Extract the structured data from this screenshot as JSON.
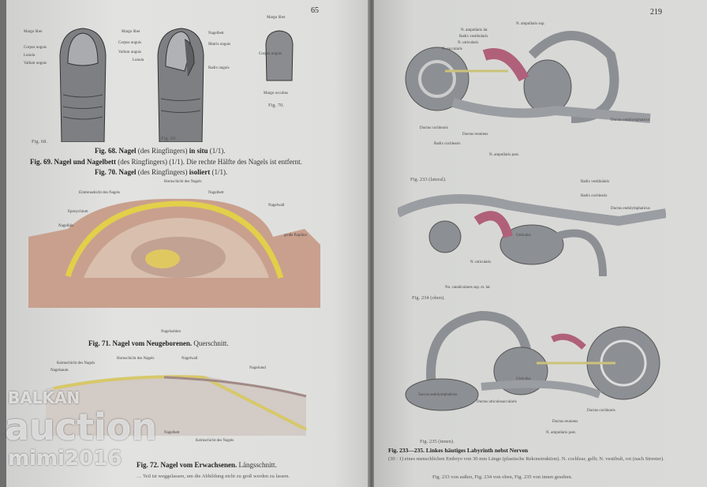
{
  "left_page": {
    "page_number": "65",
    "fig68": {
      "label": "Fig. 68.",
      "labels": [
        "Margo liber",
        "Corpus unguis",
        "Lunula",
        "Vallum unguis"
      ]
    },
    "fig69": {
      "label": "Fig. 69.",
      "labels": [
        "Margo liber",
        "Corpus unguis",
        "Vallum unguis",
        "Lunula",
        "Nagelbett",
        "Matrix unguis",
        "Radix unguis"
      ]
    },
    "fig70": {
      "label": "Fig. 70.",
      "labels": [
        "Margo liber",
        "Corpus unguis",
        "Margo occultus"
      ]
    },
    "captions_68_70": [
      {
        "num": "Fig. 68.",
        "bold": "Nagel",
        "rest": "(des Ringfingers)",
        "bold2": "in situ",
        "tail": "(1/1)."
      },
      {
        "num": "Fig. 69.",
        "bold": "Nagel und Nagelbett",
        "rest": "(des Ringfingers) (1/1). Die rechte Hälfte des Nagels ist entfernt.",
        "bold2": "",
        "tail": ""
      },
      {
        "num": "Fig. 70.",
        "bold": "Nagel",
        "rest": "(des Ringfingers)",
        "bold2": "isoliert",
        "tail": "(1/1)."
      }
    ],
    "fig71": {
      "labels": [
        "Hornschicht des Nagels",
        "Nagelbett",
        "Eintrensehicht des Nagels",
        "Eponychium",
        "Nagelwall",
        "Nagelfalz",
        "große Papillen",
        "Nagelsohlen"
      ],
      "num": "Fig. 71.",
      "bold": "Nagel vom Neugeborenen.",
      "rest": "Querschnitt."
    },
    "fig72": {
      "labels": [
        "Hornschicht des Nagels",
        "Nagelwall",
        "Keimschicht des Nagels",
        "Nagelsaum",
        "Nagelrand",
        "Nagelbett",
        "Keimschicht des Nagels"
      ],
      "num": "Fig. 72.",
      "bold": "Nagel vom Erwachsenen.",
      "rest": "Längsschnitt.",
      "note": "… Teil ist weggelassen, um die Abbildung nicht zu groß werden zu lassen."
    }
  },
  "right_page": {
    "page_number": "219",
    "fig233": {
      "label": "Fig. 233 (lateral).",
      "labels": [
        "N. ampullaris sup.",
        "N. ampullaris lat.",
        "Radix vestibularis",
        "N. utricularis",
        "N. saccularis",
        "Ductus cochlearis",
        "Radix cochlearis",
        "Ductus reuniens",
        "N. ampullaris post.",
        "Ductus endolymphaticus"
      ]
    },
    "fig234": {
      "label": "Fig. 234 (oben).",
      "labels": [
        "Radix vestibularis",
        "Radix cochlearis",
        "Utriculus",
        "N. utricularis",
        "Nn. canaliculares sup. et. lat.",
        "Ductus endolymphaticus"
      ]
    },
    "fig235": {
      "label": "Fig. 235 (innen).",
      "labels": [
        "Utriculus",
        "Saccus endolymphaticus",
        "Ductus utriculosaccularis",
        "Ductus cochlearis",
        "Ductus reuniens",
        "N. ampullaris post."
      ]
    },
    "caption": {
      "num": "Fig. 233—235.",
      "bold": "Linkes häutiges Labyrinth nebst Nerven",
      "rest": "(30 : 1) eines menschlichen Embryo von 30 mm Länge (plastische Rekonstruktion). N. cochlear, gelb; N. vestibuli, rot (nach Streeter).",
      "line3": "Fig. 233 von außen, Fig. 234 von oben, Fig. 235 von innen gesehen."
    }
  },
  "watermark": {
    "line1": "BALKAN",
    "line2": "auction",
    "line3": "mimi2016"
  },
  "colors": {
    "paper": "#dcdcda",
    "nail_yellow": "#e2cf4a",
    "tissue_pink": "#c9a08e",
    "nerve_pink": "#b0607a",
    "labyrinth_gray": "#8c8f93"
  }
}
